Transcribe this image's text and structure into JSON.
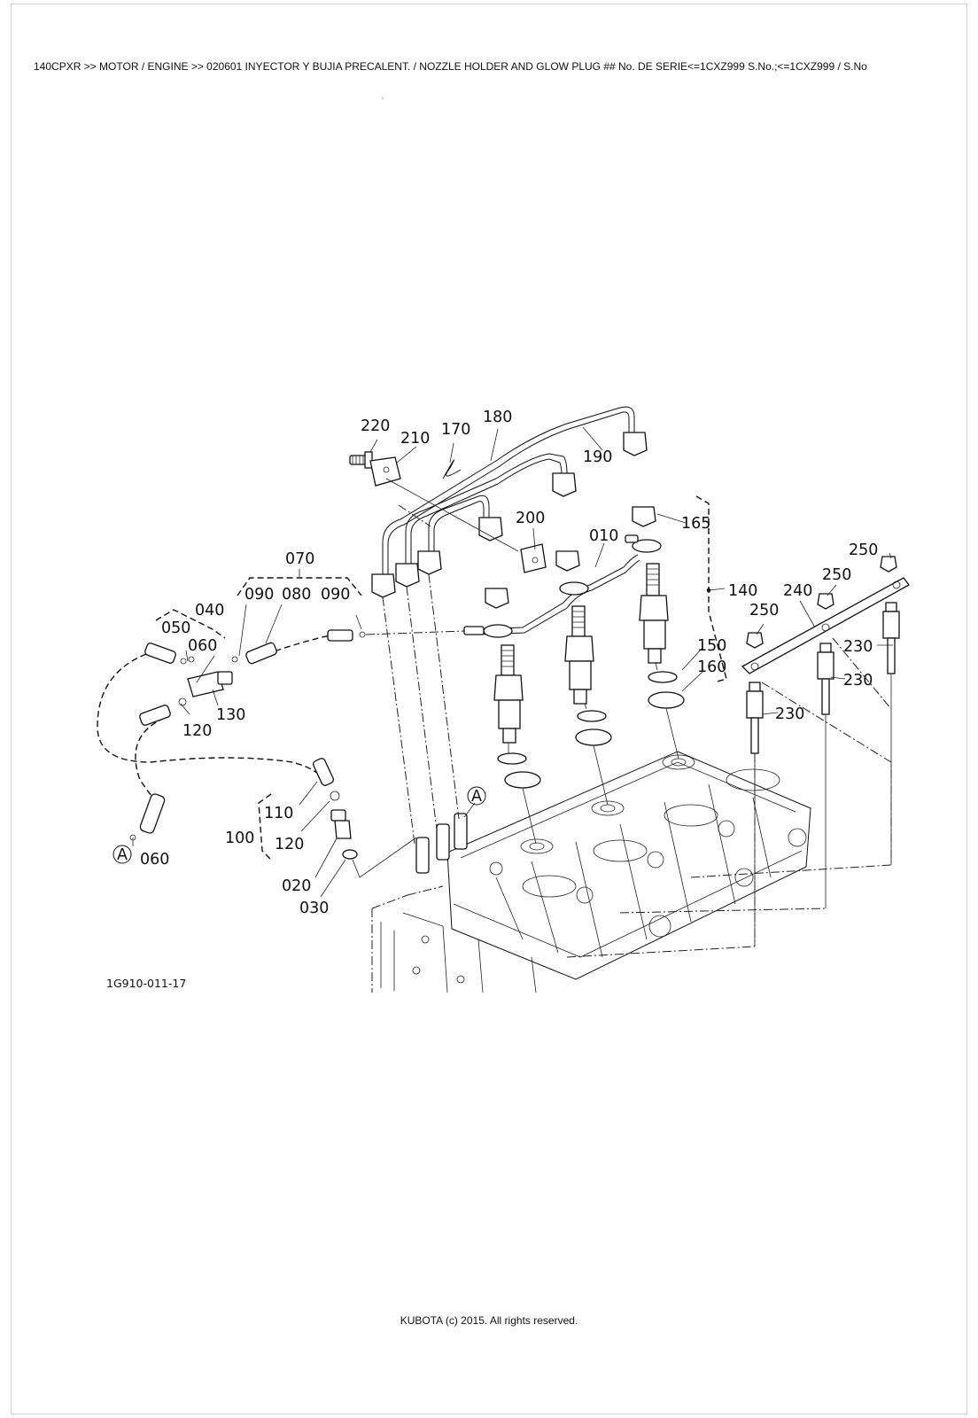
{
  "header": {
    "breadcrumb": "140CPXR >> MOTOR / ENGINE >> 020601   INYECTOR Y BUJIA PRECALENT. / NOZZLE HOLDER AND GLOW PLUG ## No. DE SERIE<=1CXZ999 S.No.;<=1CXZ999 / S.No"
  },
  "diagram": {
    "drawing_code": "1G910-011-17",
    "reference_marker": "A",
    "callouts": {
      "c220": "220",
      "c210": "210",
      "c170": "170",
      "c180": "180",
      "c190": "190",
      "c200": "200",
      "c010": "010",
      "c165": "165",
      "c250a": "250",
      "c250b": "250",
      "c250c": "250",
      "c140": "140",
      "c240": "240",
      "c150": "150",
      "c160": "160",
      "c230a": "230",
      "c230b": "230",
      "c230c": "230",
      "c070": "070",
      "c090a": "090",
      "c080": "080",
      "c090b": "090",
      "c040": "040",
      "c050": "050",
      "c060a": "060",
      "c060b": "060",
      "c130": "130",
      "c120a": "120",
      "c120b": "120",
      "c110": "110",
      "c100": "100",
      "c020": "020",
      "c030": "030"
    }
  },
  "footer": {
    "copyright": "KUBOTA (c) 2015. All rights reserved."
  }
}
